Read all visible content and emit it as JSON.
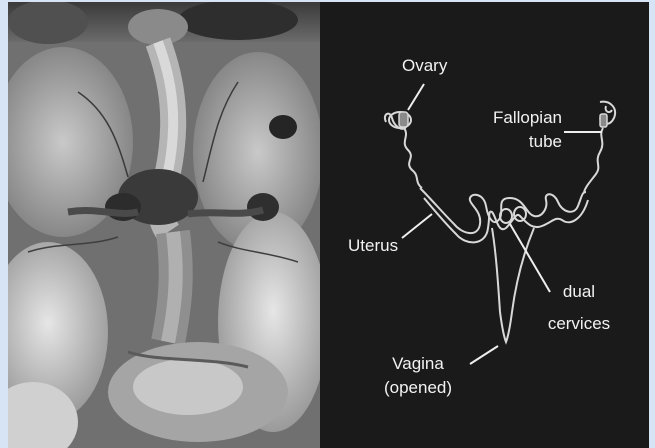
{
  "labels": {
    "ovary": "Ovary",
    "fallopian_tube_line1": "Fallopian",
    "fallopian_tube_line2": "tube",
    "uterus": "Uterus",
    "dual_cervices_line1": "dual",
    "dual_cervices_line2": "cervices",
    "vagina_line1": "Vagina",
    "vagina_line2": "(opened)"
  },
  "colors": {
    "page_background": "#d6e4f5",
    "diagram_background": "#1a1a1a",
    "outline": "#d8d8d8",
    "label_text": "#f2f2f2"
  }
}
